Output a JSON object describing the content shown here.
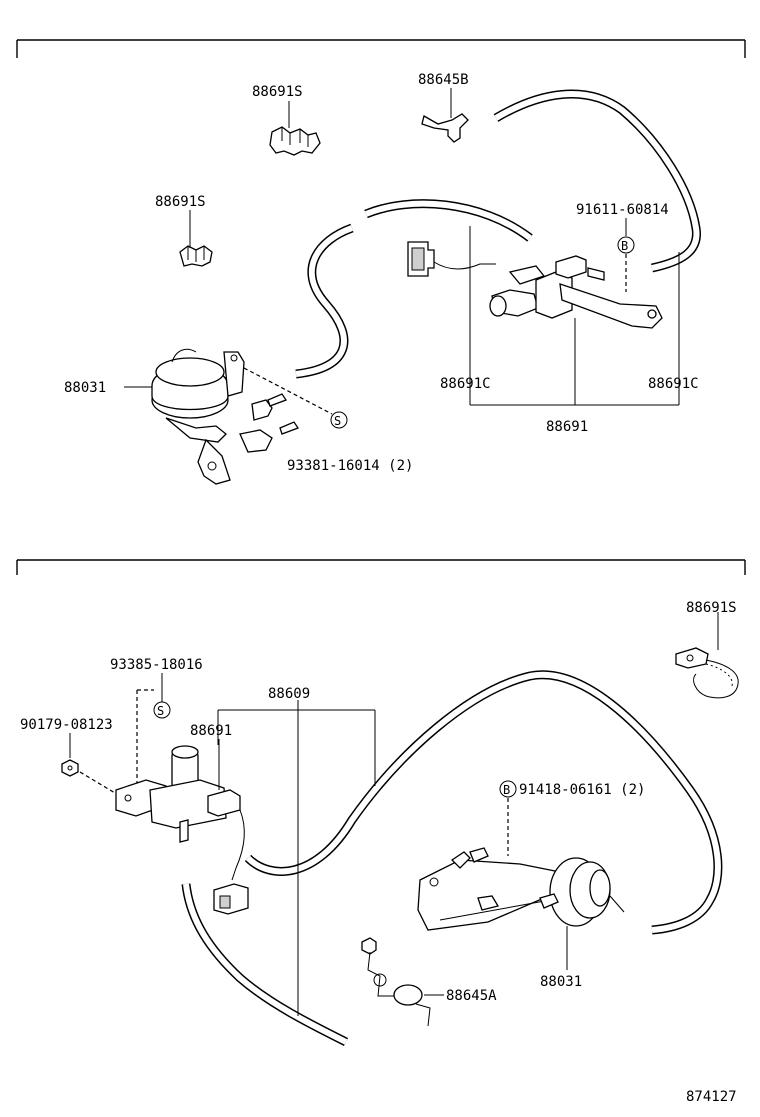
{
  "diagram": {
    "figure_number": "874127",
    "top_section": {
      "labels": {
        "clip_1": "88691S",
        "connector_b": "88645B",
        "clip_2": "88691S",
        "bolt_ref": "91611-60814",
        "marker_b": "B",
        "actuator": "88031",
        "hose_c_left": "88691C",
        "hose_c_right": "88691C",
        "vsv": "88691",
        "marker_s": "S",
        "bolt_s": "93381-16014 (2)"
      }
    },
    "bottom_section": {
      "labels": {
        "clip_chain": "88691S",
        "screw_s": "93385-18016",
        "marker_s": "S",
        "nut": "90179-08123",
        "hose": "88609",
        "vsv": "88691",
        "marker_b": "B",
        "bolt_b": "91418-06161 (2)",
        "actuator": "88031",
        "connector_a": "88645A"
      }
    }
  }
}
